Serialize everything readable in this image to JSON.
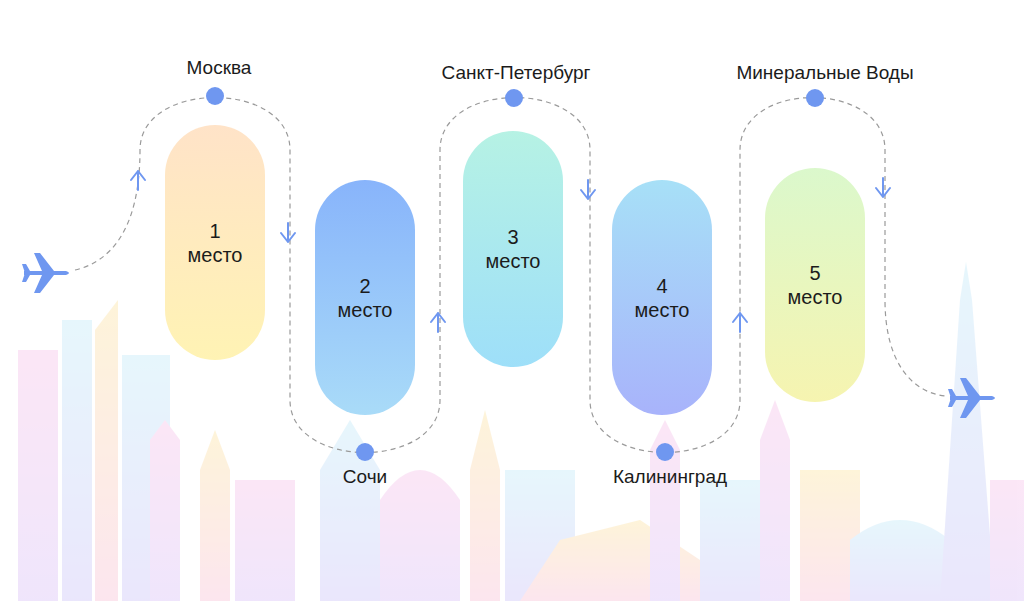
{
  "diagram": {
    "nodes": [
      {
        "text": [
          "1 место"
        ]
      },
      {
        "text": [
          "2 место"
        ]
      },
      {
        "text": [
          "3 место"
        ]
      },
      {
        "text": [
          "4 место"
        ]
      },
      {
        "text": [
          "5 место"
        ]
      }
    ],
    "labels": [
      "Москва",
      "Сочи",
      "Санкт-Петербург",
      "Калининград",
      "Минеральные Воды"
    ]
  }
}
